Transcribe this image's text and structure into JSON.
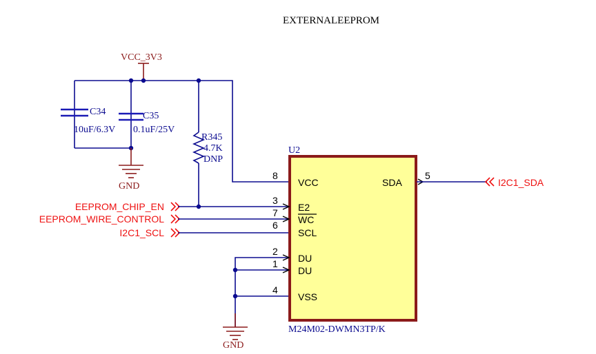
{
  "sheet": {
    "title": "EXTERNALEEPROM"
  },
  "power": {
    "vcc_label": "VCC_3V3",
    "gnd_label_top": "GND",
    "gnd_label_bottom": "GND"
  },
  "components": {
    "c34": {
      "ref": "C34",
      "value": "10uF/6.3V"
    },
    "c35": {
      "ref": "C35",
      "value": "0.1uF/25V"
    },
    "r345": {
      "ref": "R345",
      "value": "4.7K",
      "note": "DNP"
    },
    "u2": {
      "ref": "U2",
      "part": "M24M02-DWMN3TP/K",
      "pins": [
        {
          "num": "8",
          "name": "VCC"
        },
        {
          "num": "3",
          "name": "E2"
        },
        {
          "num": "7",
          "name": "WC"
        },
        {
          "num": "6",
          "name": "SCL"
        },
        {
          "num": "2",
          "name": "DU"
        },
        {
          "num": "1",
          "name": "DU"
        },
        {
          "num": "4",
          "name": "VSS"
        },
        {
          "num": "5",
          "name": "SDA"
        }
      ]
    }
  },
  "nets": {
    "chip_en": "EEPROM_CHIP_EN",
    "wire_control": "EEPROM_WIRE_CONTROL",
    "scl": "I2C1_SCL",
    "sda": "I2C1_SDA"
  },
  "colors": {
    "wire": "#0b0b8f",
    "power": "#8b1a1a",
    "net_label": "#ee1111",
    "ic_fill": "#ffff99",
    "ic_border": "#8b1a1a"
  }
}
